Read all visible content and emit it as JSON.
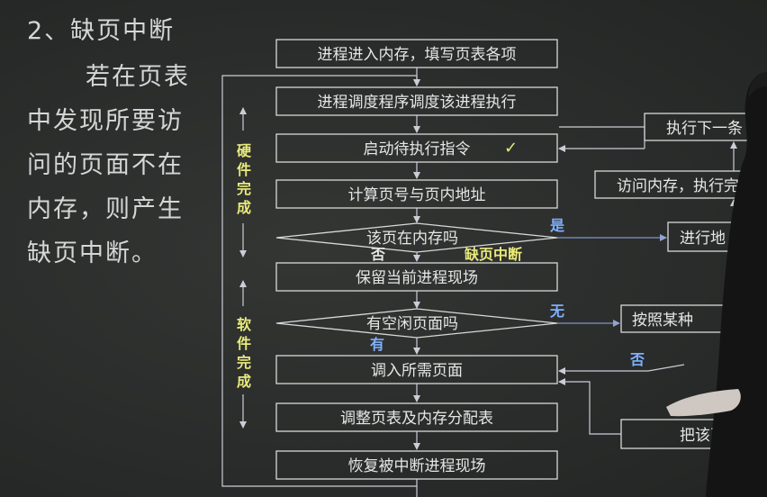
{
  "heading": "2、缺页中断",
  "description_lines": [
    "若在页表",
    "中发现所要访",
    "问的页面不在",
    "内存，则产生",
    "缺页中断。"
  ],
  "flow": {
    "steps": [
      "进程进入内存，填写页表各项",
      "进程调度程序调度该进程执行",
      "启动待执行指令",
      "计算页号与页内地址",
      "该页在内存吗",
      "保留当前进程现场",
      "有空闲页面吗",
      "调入所需页面",
      "调整页表及内存分配表",
      "恢复被中断进程现场"
    ],
    "right_boxes": [
      "执行下一条",
      "访问内存，执行完",
      "进行地",
      "按照某种",
      "把该页"
    ],
    "labels": {
      "yes": "是",
      "no": "否",
      "page_fault": "缺页中断",
      "none": "无",
      "have": "有",
      "no2": "否"
    },
    "hardware_label": [
      "硬",
      "件",
      "完",
      "成"
    ],
    "software_label": [
      "软",
      "件",
      "完",
      "成"
    ],
    "check_mark": "✓"
  },
  "colors": {
    "board": "#2b2d2c",
    "text": "#d6d6d6",
    "label_yellow": "#e9ea7a",
    "label_blue": "#7fb0ff"
  }
}
